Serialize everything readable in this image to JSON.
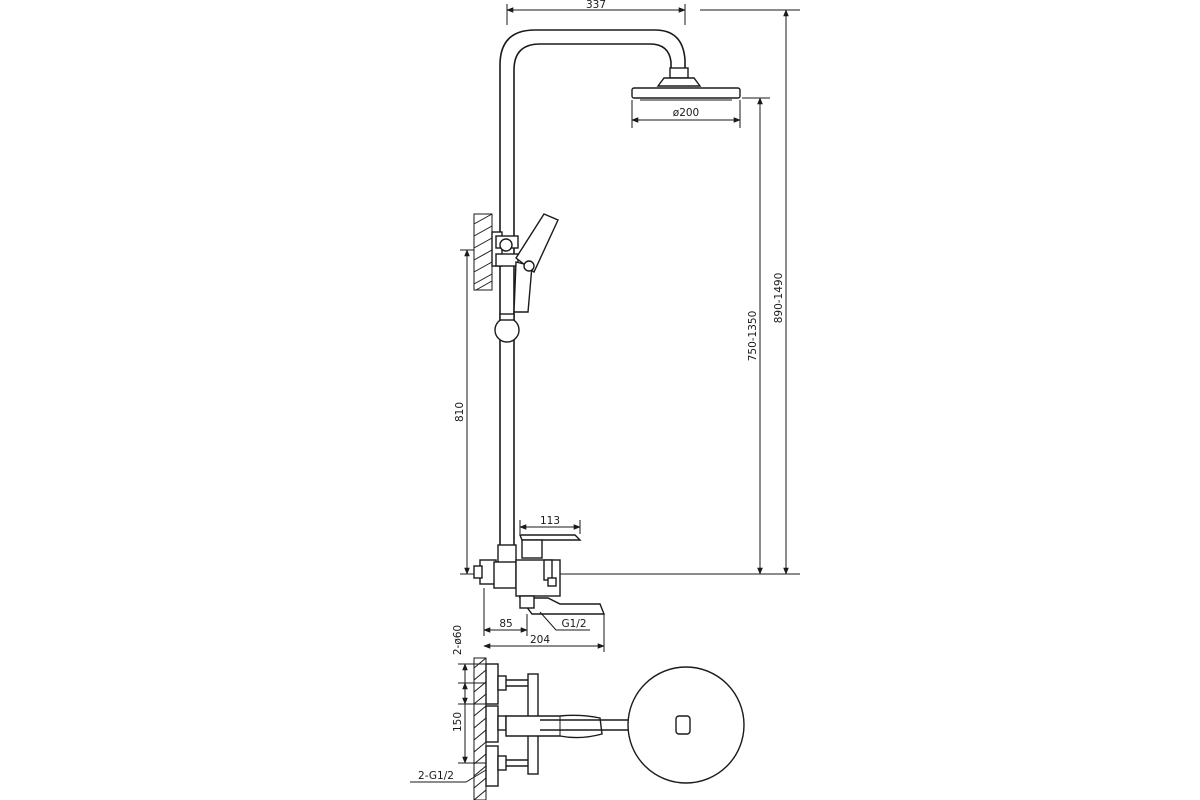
{
  "dimensions": {
    "width_top": "337",
    "head_diameter": "ø200",
    "height_overall": "890-1490",
    "height_head": "750-1350",
    "height_bar": "810",
    "mixer_depth": "113",
    "inlet_offset": "85",
    "spout_length": "204",
    "inlet_thread": "G1/2",
    "flange_diameter": "2-ø60",
    "inlet_spacing": "150",
    "inlets_thread": "2-G1/2"
  },
  "colors": {
    "line": "#1a1a1a",
    "background": "#ffffff"
  }
}
